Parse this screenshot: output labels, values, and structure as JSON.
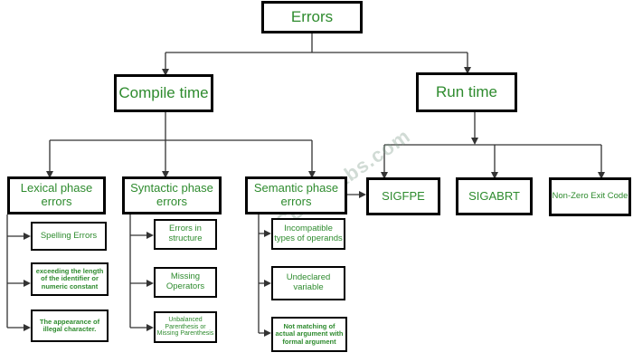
{
  "root": "Errors",
  "branches": {
    "compile_time": "Compile time",
    "run_time": "Run time"
  },
  "compile_phases": {
    "lexical": "Lexical phase errors",
    "syntactic": "Syntactic phase errors",
    "semantic": "Semantic phase errors"
  },
  "lexical_items": [
    "Spelling Errors",
    "exceeding the length of the identifier or numeric constant",
    "The appearance of illegal character."
  ],
  "syntactic_items": [
    "Errors in structure",
    "Missing Operators",
    "Unbalanced Parenthesis or Missing Parenthesis"
  ],
  "semantic_items": [
    "Incompatible types of operands",
    "Undeclared variable",
    "Not matching of actual argument with formal argument"
  ],
  "runtime_items": [
    "SIGFPE",
    "SIGABRT",
    "Non-Zero Exit Code"
  ],
  "watermark": "CBSELabs.com",
  "colors": {
    "text": "#2e8b2e",
    "lines": "#333333",
    "border": "#000000"
  }
}
